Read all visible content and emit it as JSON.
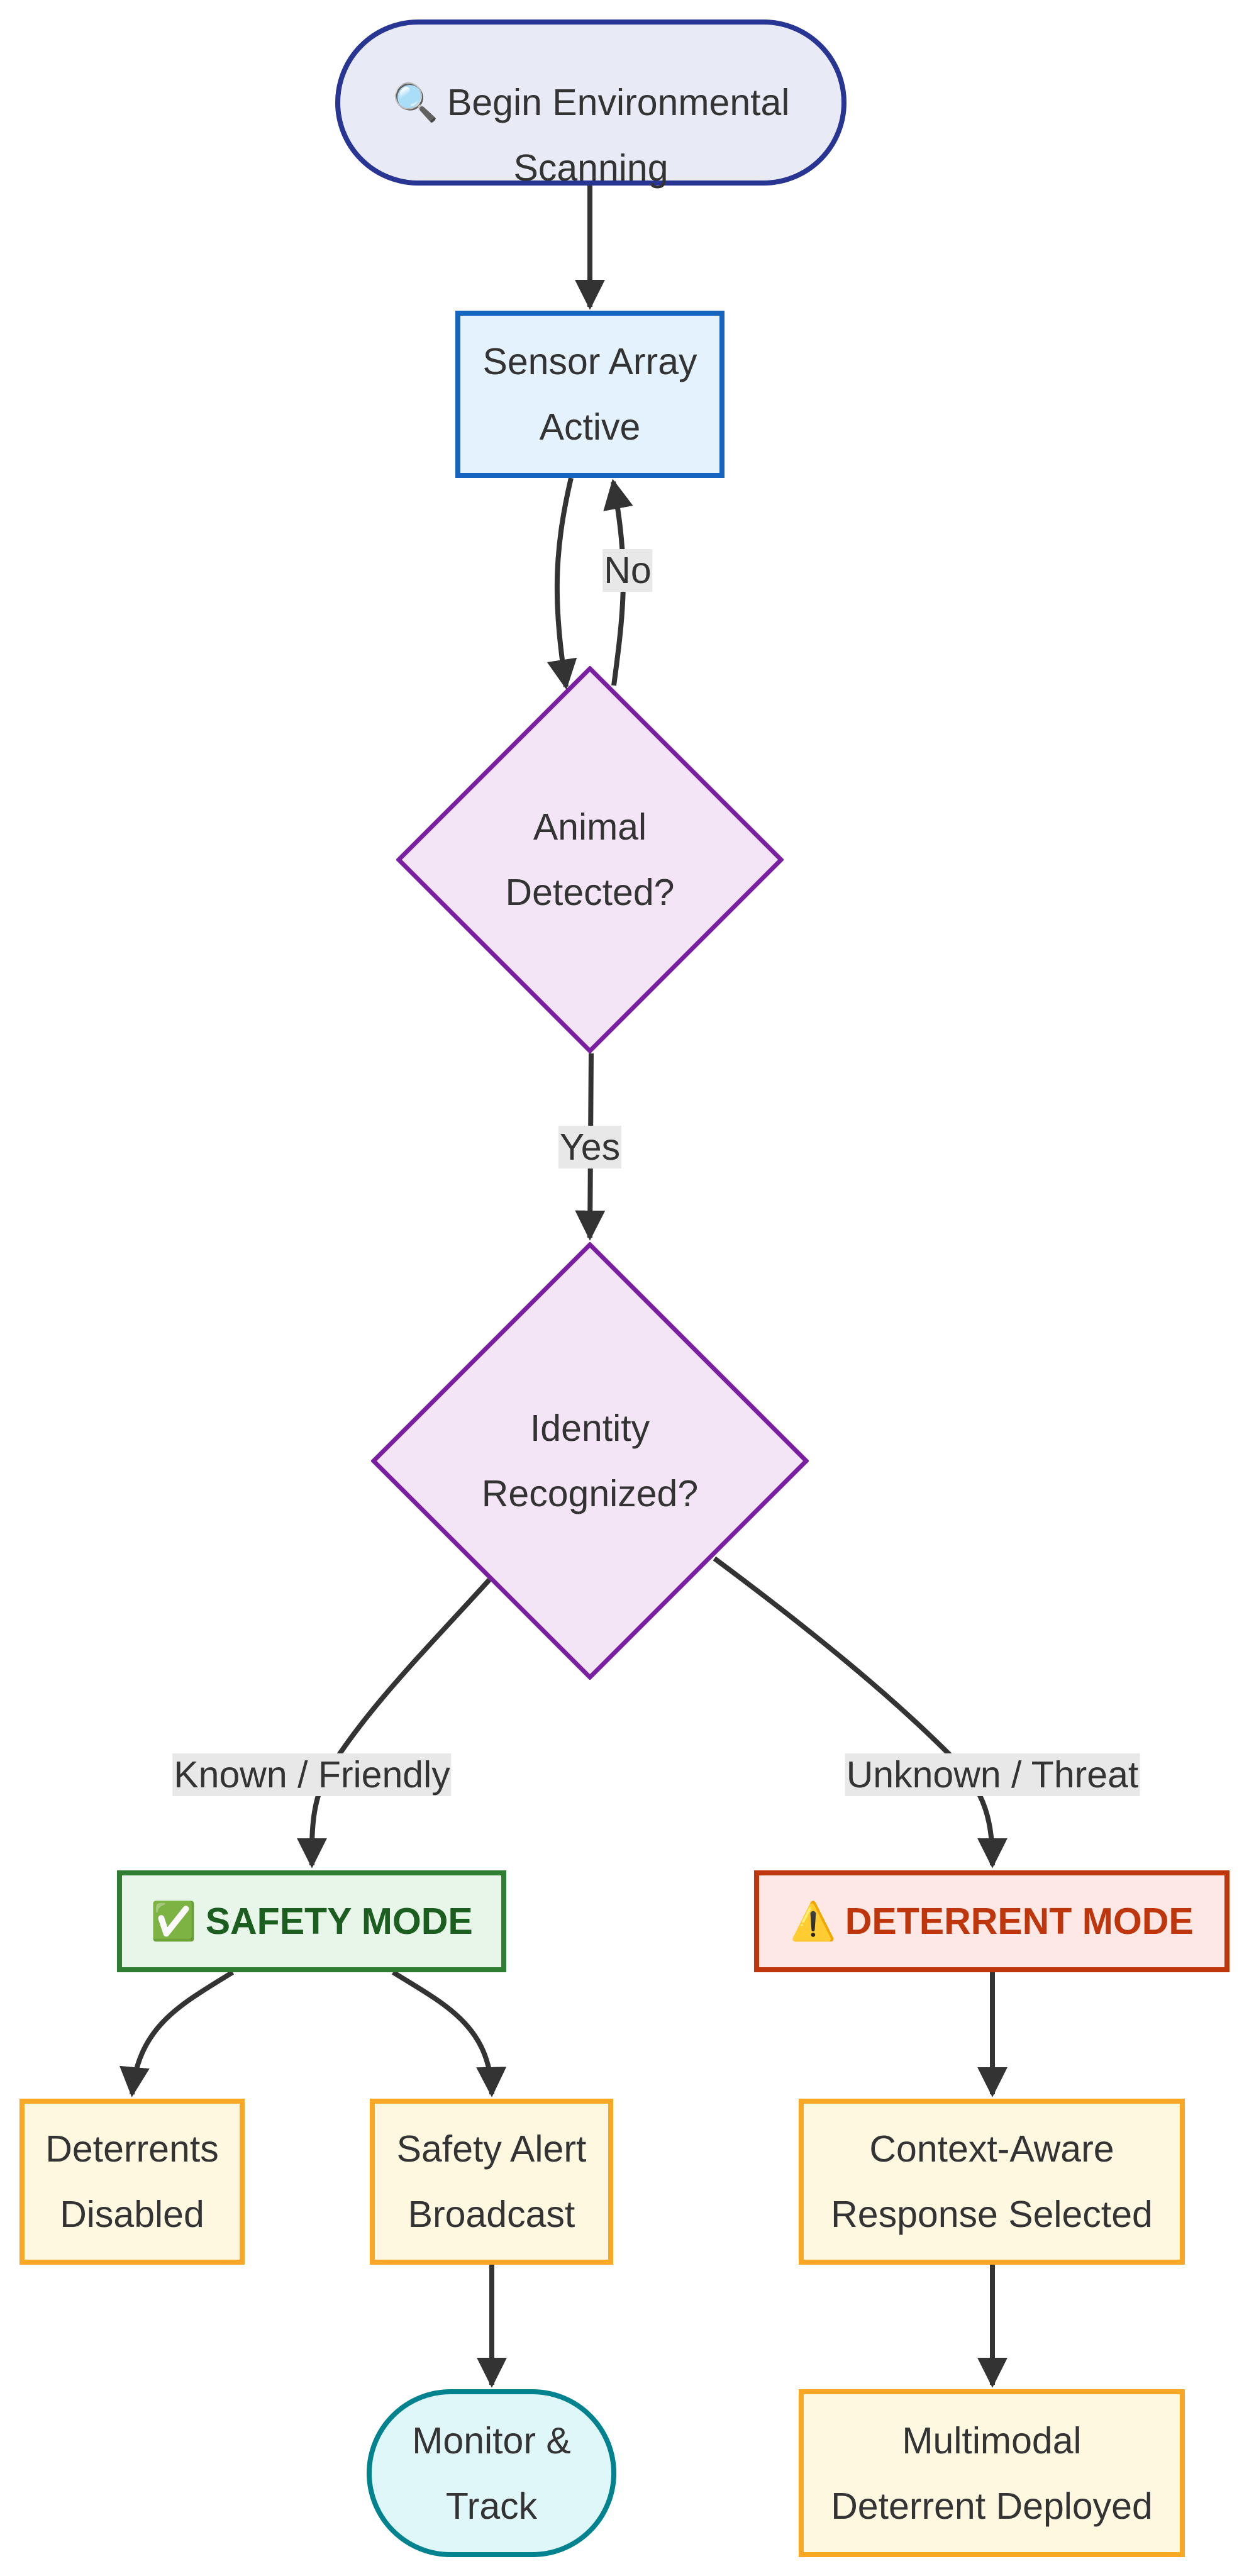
{
  "diagram": {
    "type": "flowchart",
    "direction": "top-down",
    "colors": {
      "edge": "#333333",
      "edge_label_bg": "#e8e8e8",
      "start_fill": "#e8eaf6",
      "start_border": "#283593",
      "process_fill": "#e3f2fd",
      "process_border": "#1565c0",
      "decision_fill": "#f3e5f5",
      "decision_border": "#7b1fa2",
      "safety_fill": "#e8f5e9",
      "safety_border": "#2e7d32",
      "safety_text": "#1b5e20",
      "deterrent_fill": "#fde8e6",
      "deterrent_border": "#bf360c",
      "deterrent_text": "#bf360c",
      "action_fill": "#fff8e1",
      "action_border": "#f9a825",
      "end_fill": "#e0f7fa",
      "end_border": "#00838f"
    },
    "nodes": {
      "start": {
        "icon": "magnifying-glass-icon",
        "icon_glyph": "🔍",
        "label": "Begin Environmental\nScanning",
        "shape": "stadium"
      },
      "sensor": {
        "label": "Sensor Array\nActive",
        "shape": "rectangle"
      },
      "animal": {
        "label": "Animal\nDetected?",
        "shape": "diamond"
      },
      "identity": {
        "label": "Identity\nRecognized?",
        "shape": "diamond"
      },
      "safety": {
        "icon": "check-mark-button-icon",
        "icon_glyph": "✅",
        "label": "SAFETY MODE",
        "shape": "rectangle"
      },
      "deterrent": {
        "icon": "warning-icon",
        "icon_glyph": "⚠️",
        "label": "DETERRENT MODE",
        "shape": "rectangle"
      },
      "disabled": {
        "label": "Deterrents\nDisabled",
        "shape": "rectangle"
      },
      "alert": {
        "label": "Safety Alert\nBroadcast",
        "shape": "rectangle"
      },
      "context": {
        "label": "Context-Aware\nResponse Selected",
        "shape": "rectangle"
      },
      "monitor": {
        "label": "Monitor &\nTrack",
        "shape": "stadium"
      },
      "multimodal": {
        "label": "Multimodal\nDeterrent Deployed",
        "shape": "rectangle"
      }
    },
    "edges": [
      {
        "from": "start",
        "to": "sensor",
        "label": ""
      },
      {
        "from": "sensor",
        "to": "animal",
        "label": ""
      },
      {
        "from": "animal",
        "to": "sensor",
        "label": "No"
      },
      {
        "from": "animal",
        "to": "identity",
        "label": "Yes"
      },
      {
        "from": "identity",
        "to": "safety",
        "label": "Known / Friendly"
      },
      {
        "from": "identity",
        "to": "deterrent",
        "label": "Unknown / Threat"
      },
      {
        "from": "safety",
        "to": "disabled",
        "label": ""
      },
      {
        "from": "safety",
        "to": "alert",
        "label": ""
      },
      {
        "from": "alert",
        "to": "monitor",
        "label": ""
      },
      {
        "from": "deterrent",
        "to": "context",
        "label": ""
      },
      {
        "from": "context",
        "to": "multimodal",
        "label": ""
      }
    ],
    "edge_labels": {
      "no": "No",
      "yes": "Yes",
      "known": "Known / Friendly",
      "unknown": "Unknown / Threat"
    }
  }
}
